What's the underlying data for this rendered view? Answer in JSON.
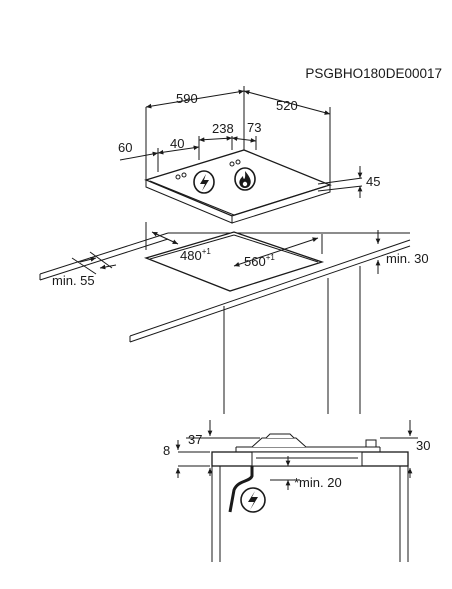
{
  "diagram": {
    "code": "PSGBHO180DE00017",
    "top_view": {
      "width": "590",
      "depth": "520",
      "left_offset": "60",
      "control_offset": "40",
      "control_span": "238",
      "control_right": "73",
      "height": "45"
    },
    "cutout": {
      "width": "480",
      "width_tol": "+1",
      "length": "560",
      "length_tol": "+1",
      "min_front": "min. 55",
      "min_back": "min. 30"
    },
    "side_view": {
      "left_thickness": "8",
      "top_height": "37",
      "right_height": "30",
      "gap_note": "*min. 20"
    },
    "symbols": {
      "power": "lightning-icon",
      "gas": "flame-icon"
    },
    "colors": {
      "line": "#1a1a1a",
      "hatch": "#555555",
      "fill_light": "#ffffff"
    }
  }
}
